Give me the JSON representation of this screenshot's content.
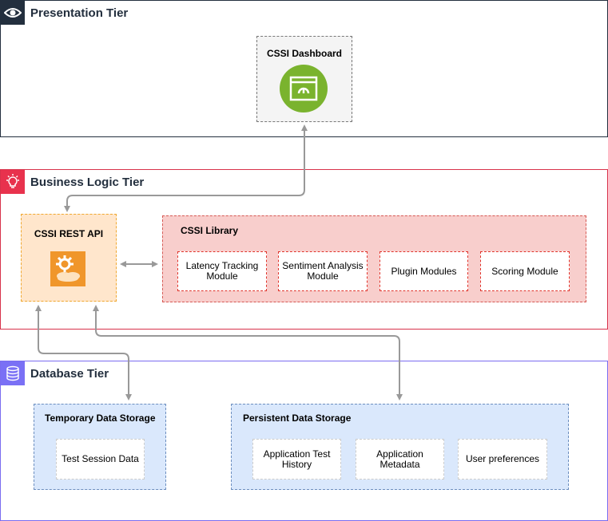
{
  "tiers": {
    "presentation": {
      "title": "Presentation Tier",
      "icon": "eye-icon"
    },
    "business": {
      "title": "Business Logic Tier",
      "icon": "lightbulb-icon"
    },
    "database": {
      "title": "Database Tier",
      "icon": "database-icon"
    }
  },
  "presentation": {
    "dashboard": {
      "title": "CSSI Dashboard",
      "icon": "dashboard-gauge-icon"
    }
  },
  "business": {
    "rest_api": {
      "title": "CSSI REST API",
      "icon": "api-gear-cloud-icon"
    },
    "library": {
      "title": "CSSI Library",
      "modules": [
        {
          "label": "Latency Tracking Module"
        },
        {
          "label": "Sentiment Analysis Module"
        },
        {
          "label": "Plugin Modules"
        },
        {
          "label": "Scoring Module"
        }
      ]
    }
  },
  "database": {
    "temporary": {
      "title": "Temporary Data Storage",
      "items": [
        {
          "label": "Test Session Data"
        }
      ]
    },
    "persistent": {
      "title": "Persistent Data Storage",
      "items": [
        {
          "label": "Application Test History"
        },
        {
          "label": "Application Metadata"
        },
        {
          "label": "User preferences"
        }
      ]
    }
  },
  "colors": {
    "presentation_border": "#232f3e",
    "business_border": "#d8324b",
    "database_border": "#7a6cf0",
    "dashboard_icon": "#7ab32e",
    "api_icon": "#f0962b",
    "arrow": "#999999"
  }
}
